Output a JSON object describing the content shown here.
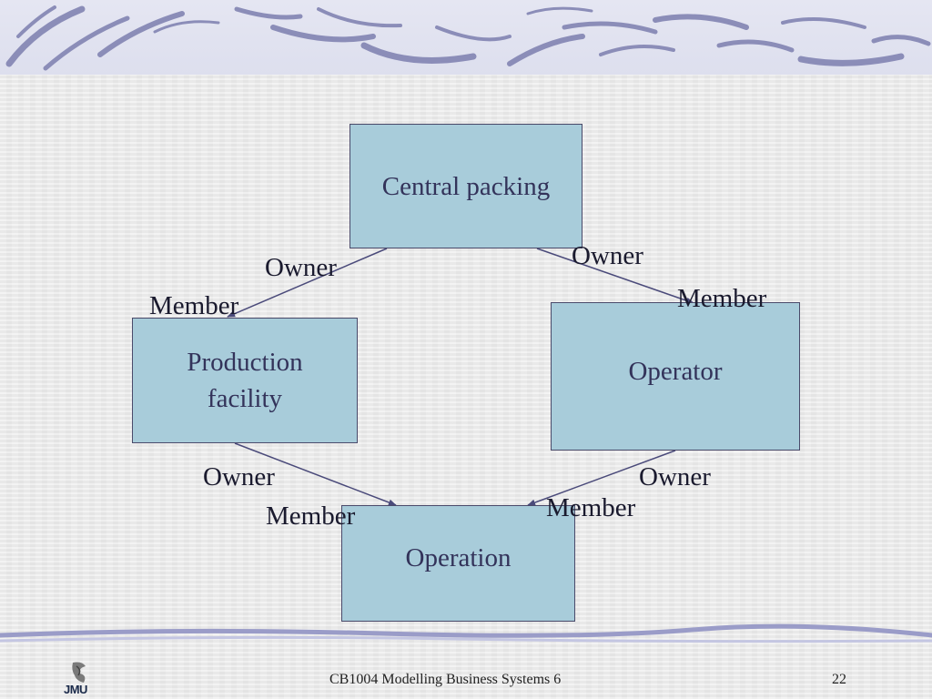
{
  "diagram": {
    "nodes": {
      "central_packing": "Central packing",
      "production_facility": "Production facility",
      "operator": "Operator",
      "operation": "Operation"
    },
    "edges": [
      {
        "from": "central_packing",
        "to": "production_facility",
        "owner_label": "Owner",
        "member_label": "Member"
      },
      {
        "from": "central_packing",
        "to": "operator",
        "owner_label": "Owner",
        "member_label": "Member"
      },
      {
        "from": "production_facility",
        "to": "operation",
        "owner_label": "Owner",
        "member_label": "Member"
      },
      {
        "from": "operator",
        "to": "operation",
        "owner_label": "Owner",
        "member_label": "Member"
      }
    ],
    "box_fill": "#a8ccda",
    "box_border": "#4a4a6a",
    "arrow_color": "#4a4a7a"
  },
  "footer": {
    "logo_text": "JMU",
    "title": "CB1004 Modelling Business Systems 6",
    "page_number": "22"
  }
}
